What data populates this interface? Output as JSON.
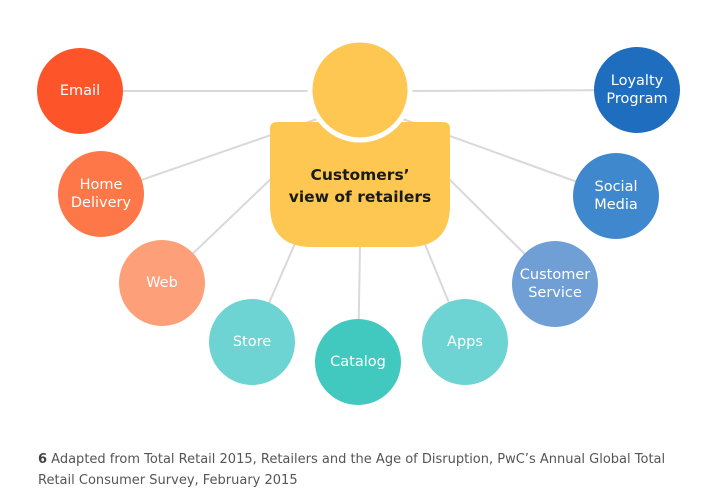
{
  "diagram": {
    "center_label": "Customers’\nview of retailers",
    "colors": {
      "center": "#fec752",
      "connector": "#d9d9d9"
    },
    "nodes": [
      {
        "id": "email",
        "label": "Email",
        "color": "#fd5429"
      },
      {
        "id": "home-delivery",
        "label": "Home\nDelivery",
        "color": "#fd7748"
      },
      {
        "id": "web",
        "label": "Web",
        "color": "#fd9f78"
      },
      {
        "id": "store",
        "label": "Store",
        "color": "#6dd3d3"
      },
      {
        "id": "catalog",
        "label": "Catalog",
        "color": "#41c9bf"
      },
      {
        "id": "apps",
        "label": "Apps",
        "color": "#6dd3d3"
      },
      {
        "id": "customer-service",
        "label": "Customer\nService",
        "color": "#6f9fd5"
      },
      {
        "id": "social-media",
        "label": "Social\nMedia",
        "color": "#3f88cd"
      },
      {
        "id": "loyalty-program",
        "label": "Loyalty\nProgram",
        "color": "#1e6dbf"
      }
    ]
  },
  "footnote": {
    "number": "6",
    "text": " Adapted from Total Retail 2015, Retailers and the Age of Disruption,  PwC’s Annual Global Total Retail Consumer Survey, February 2015"
  }
}
